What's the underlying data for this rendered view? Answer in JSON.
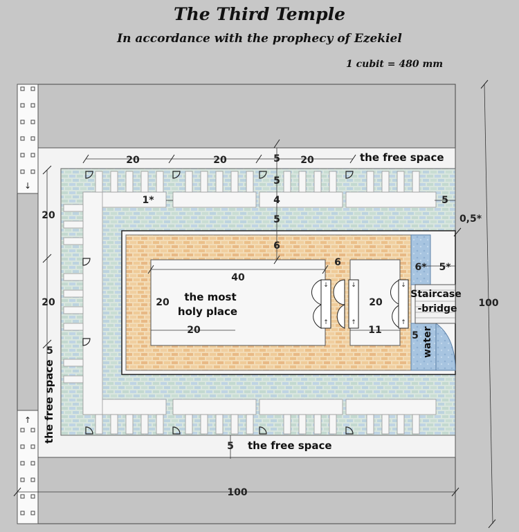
{
  "title": "The Third Temple",
  "subtitle": "In accordance with the prophecy of Ezekiel",
  "scale_note": "1 cubit = 480 mm",
  "labels": {
    "holy_line1": "the most",
    "holy_line2": "holy place",
    "free_space_top": "the free space",
    "free_space_bottom": "the free space",
    "free_space_left": "the free space",
    "staircase_line1": "Staircase",
    "staircase_line2": "-bridge",
    "water": "water"
  },
  "dimensions": {
    "top_20a": "20",
    "top_20b": "20",
    "top_5": "5",
    "top_20c": "20",
    "col_5a": "5",
    "col_4": "4",
    "col_5b": "5",
    "col_6": "6",
    "cell_1": "1*",
    "right_5": "5",
    "right_05": "0,5*",
    "left_20a": "20",
    "left_20b": "20",
    "left_5": "5",
    "inner_40": "40",
    "inner_6": "6",
    "inner_20_left": "20",
    "inner_20_bottom": "20",
    "inner_20_right": "20",
    "inner_11": "11",
    "inner_5": "5",
    "stair_6": "6*",
    "stair_5": "5*",
    "outer_right_100": "100",
    "outer_bottom_100": "100",
    "bottom_5": "5"
  },
  "colors": {
    "background": "#c7c7c7",
    "free_space": "#f3f3f3",
    "outer_brick": "#d6e3dc",
    "inner_brick": "#f1d6ad",
    "water": "#a9c6e3"
  }
}
